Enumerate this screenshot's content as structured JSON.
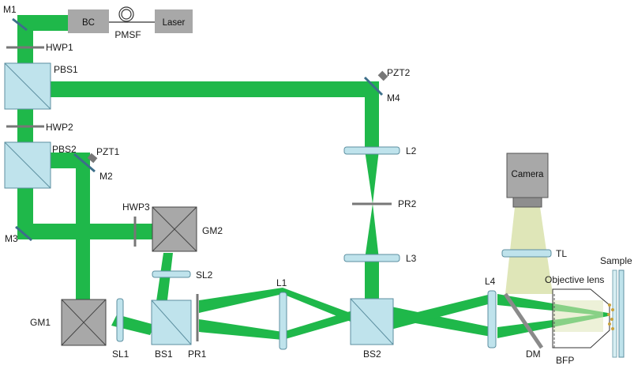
{
  "colors": {
    "beam": "#1fb84a",
    "optic": "#bfe3ec",
    "optic_edge": "#5c8fa0",
    "box": "#a8a8a8",
    "mirror": "#3d6f8a",
    "camera_beam": "#dfe6b8"
  },
  "labels": {
    "m1": "M1",
    "bc": "BC",
    "pmsf": "PMSF",
    "laser": "Laser",
    "hwp1": "HWP1",
    "pbs1": "PBS1",
    "hwp2": "HWP2",
    "pbs2": "PBS2",
    "pzt1": "PZT1",
    "m2": "M2",
    "m3": "M3",
    "hwp3": "HWP3",
    "gm2": "GM2",
    "sl2": "SL2",
    "gm1": "GM1",
    "sl1": "SL1",
    "bs1": "BS1",
    "pr1": "PR1",
    "l1": "L1",
    "bs2": "BS2",
    "pzt2": "PZT2",
    "m4": "M4",
    "l2": "L2",
    "pr2": "PR2",
    "l3": "L3",
    "camera": "Camera",
    "tl": "TL",
    "objective": "Objective lens",
    "l4": "L4",
    "dm": "DM",
    "bfp": "BFP",
    "sample": "Sample"
  }
}
